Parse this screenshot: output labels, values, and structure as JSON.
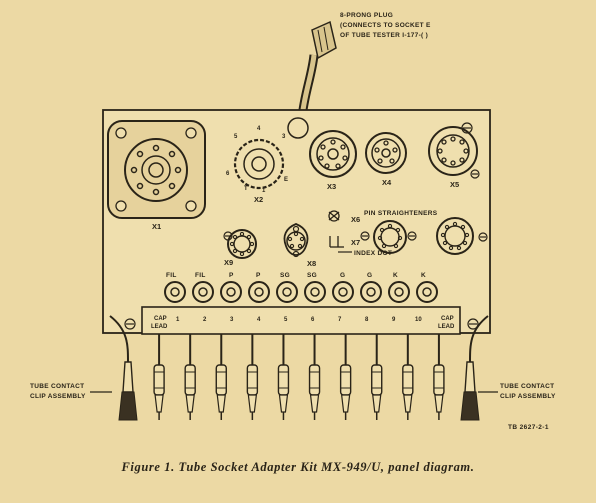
{
  "plug_note": [
    "8-PRONG PLUG",
    "(CONNECTS TO SOCKET E",
    "OF TUBE TESTER I-177-( )"
  ],
  "sockets": {
    "x1": "X1",
    "x2": "X2",
    "x3": "X3",
    "x4": "X4",
    "x5": "X5",
    "x6": "X6",
    "x7": "X7",
    "x8": "X8",
    "x9": "X9"
  },
  "x2_pins": [
    "5",
    "4",
    "3",
    "6",
    "T",
    "1",
    "E"
  ],
  "pin_straighteners": "PIN STRAIGHTENERS",
  "index_dot": "INDEX DOT",
  "jacks": [
    "FIL",
    "FIL",
    "P",
    "P",
    "SG",
    "SG",
    "G",
    "G",
    "K",
    "K"
  ],
  "leads": [
    "CAP LEAD",
    "1",
    "2",
    "3",
    "4",
    "5",
    "6",
    "7",
    "8",
    "9",
    "10",
    "CAP LEAD"
  ],
  "clip_left": [
    "TUBE CONTACT",
    "CLIP ASSEMBLY"
  ],
  "clip_right": [
    "TUBE CONTACT",
    "CLIP ASSEMBLY"
  ],
  "figure_ref": "TB 2627-2-1",
  "caption": "Figure 1. Tube Socket Adapter Kit MX-949/U, panel diagram.",
  "colors": {
    "paper": "#ecd9a4",
    "ink": "#2a2418"
  }
}
